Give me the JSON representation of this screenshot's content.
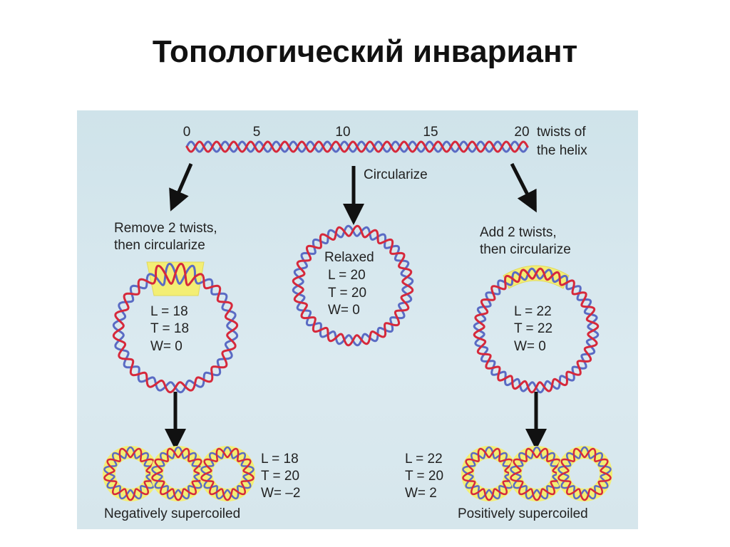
{
  "title": "Топологический инвариант",
  "helix": {
    "ticks": [
      "0",
      "5",
      "10",
      "15",
      "20"
    ],
    "tick_suffix_line1": "twists of",
    "tick_suffix_line2": "the helix"
  },
  "actions": {
    "left_line1": "Remove 2 twists,",
    "left_line2": "then circularize",
    "center": "Circularize",
    "right_line1": "Add 2 twists,",
    "right_line2": "then circularize"
  },
  "circles": {
    "left": {
      "L": "L = 18",
      "T": "T = 18",
      "W": "W= 0"
    },
    "center": {
      "label": "Relaxed",
      "L": "L = 20",
      "T": "T = 20",
      "W": "W= 0"
    },
    "right": {
      "L": "L = 22",
      "T": "T = 22",
      "W": "W= 0"
    }
  },
  "supercoils": {
    "negative": {
      "L": "L = 18",
      "T": "T = 20",
      "W": "W= –2",
      "label": "Negatively supercoiled"
    },
    "positive": {
      "L": "L = 22",
      "T": "T = 20",
      "W": "W= 2",
      "label": "Positively supercoiled"
    }
  },
  "colors": {
    "strand_red": "#d6293b",
    "strand_blue": "#5a6bc4",
    "highlight_yellow": "#f3ee74",
    "background": "#d4e6ec"
  },
  "icons": [
    "arrow-down-icon"
  ]
}
